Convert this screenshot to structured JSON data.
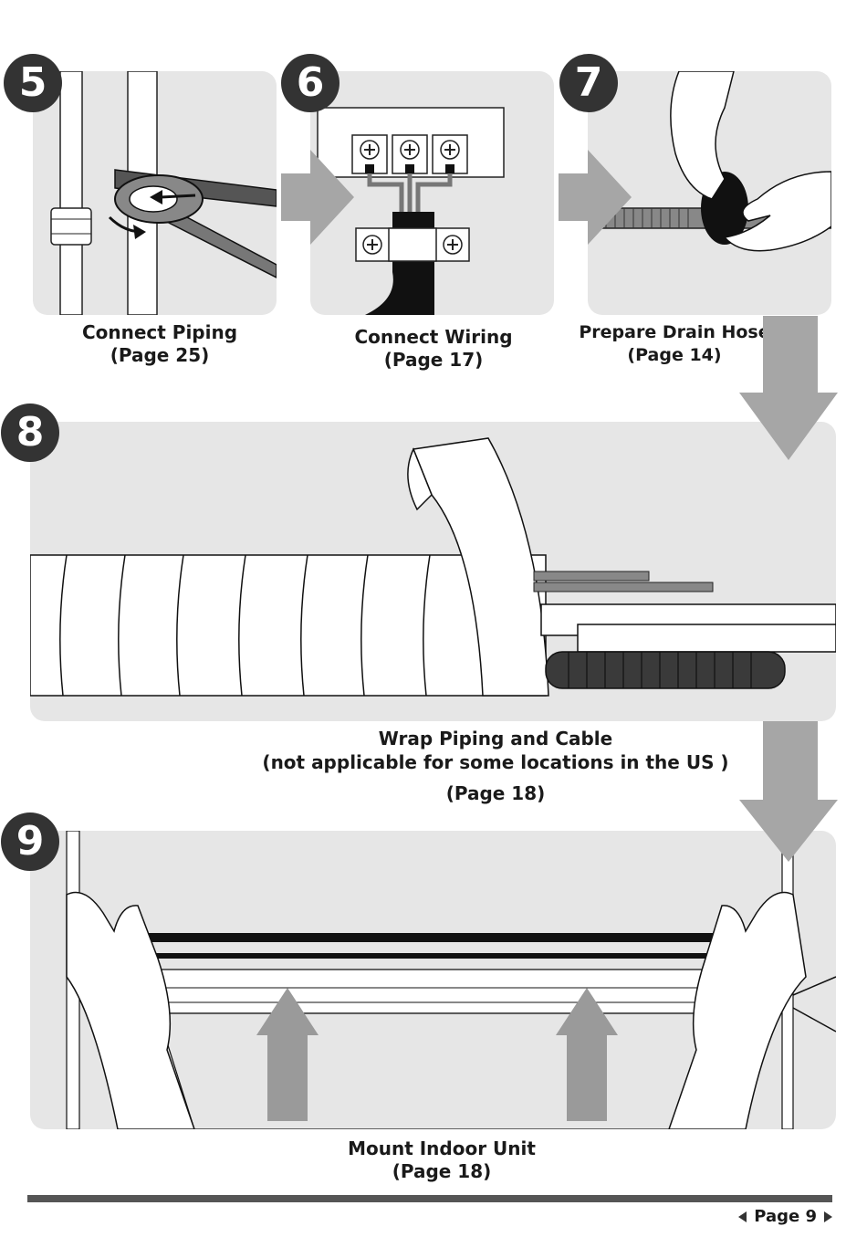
{
  "steps": [
    {
      "number": "5",
      "title": "Connect Piping",
      "page_ref": "(Page 25)"
    },
    {
      "number": "6",
      "title": "Connect Wiring",
      "page_ref": "(Page 17)"
    },
    {
      "number": "7",
      "title": "Prepare Drain Hose",
      "page_ref": "(Page 14)"
    },
    {
      "number": "8",
      "title": "Wrap Piping and Cable",
      "note": "(not applicable for some locations in the US )",
      "page_ref": "(Page 18)"
    },
    {
      "number": "9",
      "title": "Mount Indoor Unit",
      "page_ref": "(Page 18)"
    }
  ],
  "footer": {
    "page_label": "Page 9",
    "prev_icon": "triangle-left-icon",
    "next_icon": "triangle-right-icon"
  },
  "colors": {
    "panel": "#e6e6e6",
    "badge": "#333333",
    "arrow": "#a6a6a6",
    "footer_bar": "#555555"
  }
}
